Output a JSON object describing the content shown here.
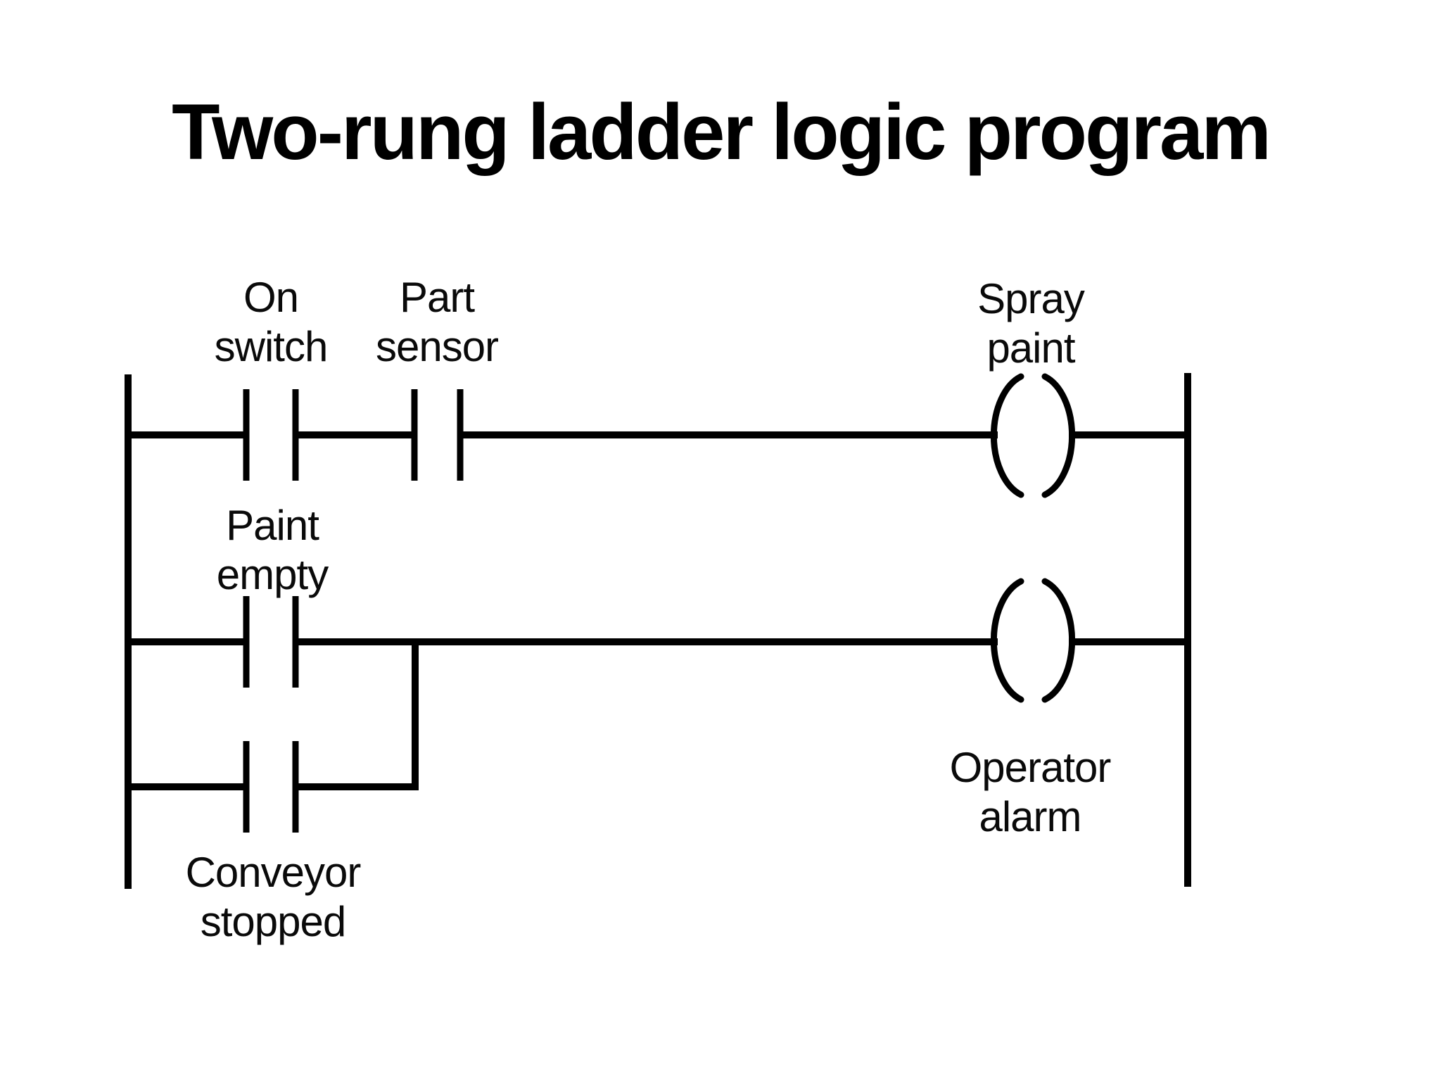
{
  "title": "Two-rung ladder logic program",
  "colors": {
    "ink": "#000000",
    "background": "#ffffff"
  },
  "diagram": {
    "rung1": {
      "contact_on_switch": {
        "line1": "On",
        "line2": "switch"
      },
      "contact_part_sensor": {
        "line1": "Part",
        "line2": "sensor"
      },
      "coil_spray_paint": {
        "line1": "Spray",
        "line2": "paint"
      }
    },
    "rung2": {
      "contact_paint_empty": {
        "line1": "Paint",
        "line2": "empty"
      },
      "coil_operator_alarm": {
        "line1": "Operator",
        "line2": "alarm"
      }
    },
    "branch": {
      "contact_conveyor_stopped": {
        "line1": "Conveyor",
        "line2": "stopped"
      }
    }
  }
}
